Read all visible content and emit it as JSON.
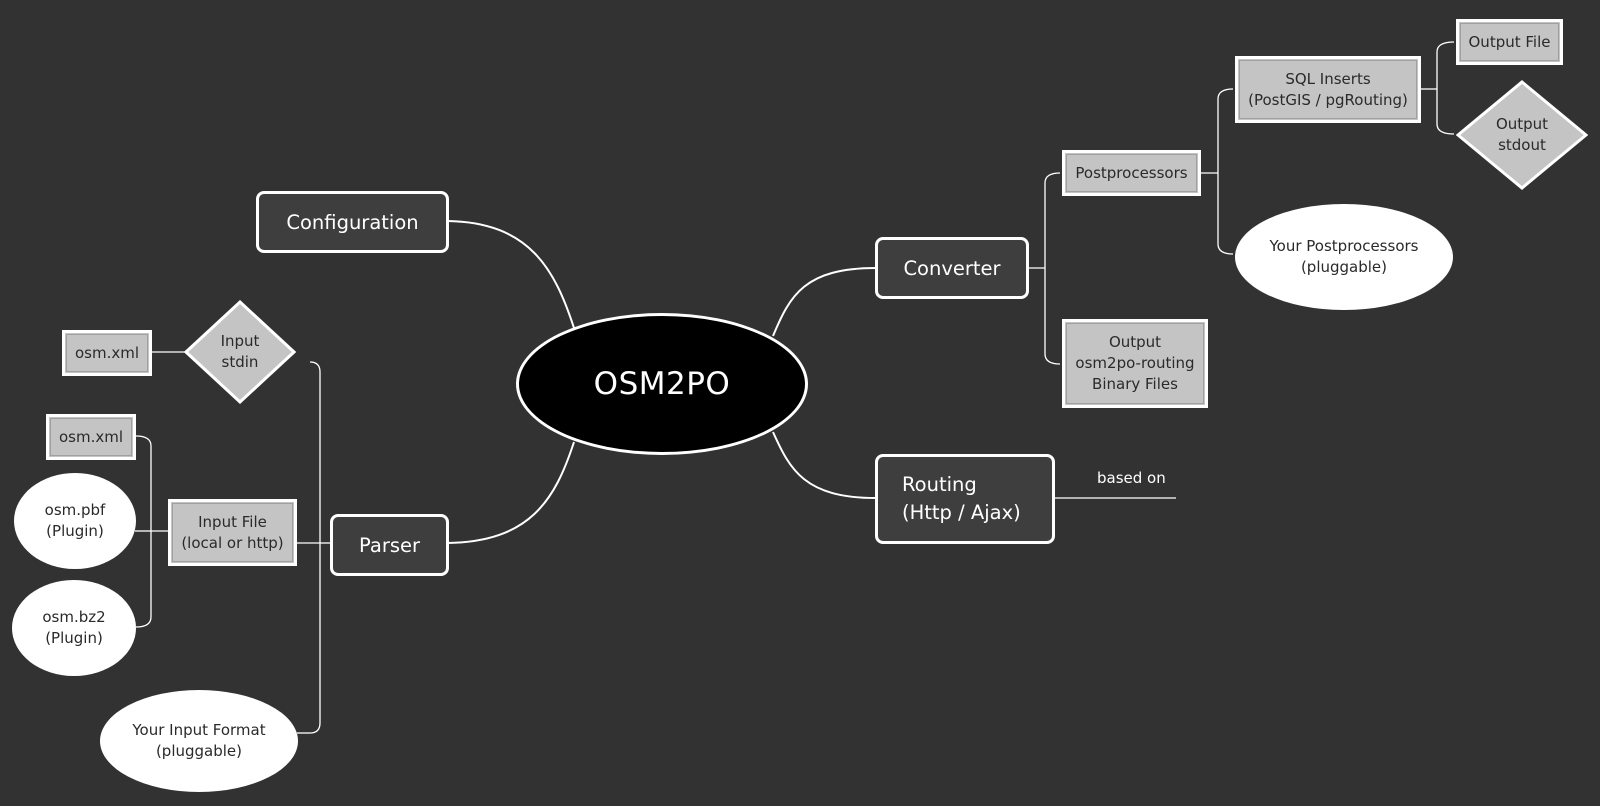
{
  "center": {
    "label": "OSM2PO"
  },
  "main_branches": {
    "configuration": "Configuration",
    "parser": "Parser",
    "converter": "Converter",
    "routing": "Routing\n(Http / Ajax)"
  },
  "parser_children": {
    "input_stdin": "Input\nstdin",
    "stdin_source": "osm.xml",
    "input_file": "Input File\n(local or http)",
    "file_xml": "osm.xml",
    "file_pbf": "osm.pbf\n(Plugin)",
    "file_bz2": "osm.bz2\n(Plugin)",
    "your_input_format": "Your Input Format\n(pluggable)"
  },
  "converter_children": {
    "postprocessors": "Postprocessors",
    "sql_inserts": "SQL Inserts\n(PostGIS / pgRouting)",
    "output_file": "Output File",
    "output_stdout": "Output\nstdout",
    "your_postprocessors": "Your Postprocessors\n(pluggable)",
    "output_binary": "Output\nosm2po-routing\nBinary Files"
  },
  "routing_children": {
    "based_on": "based on"
  },
  "colors": {
    "background": "#323232",
    "center_fill": "#000000",
    "branch_fill": "#3e3e3e",
    "leaf_fill": "#c4c4c4",
    "ellipse_fill": "#ffffff",
    "line": "#ffffff"
  }
}
